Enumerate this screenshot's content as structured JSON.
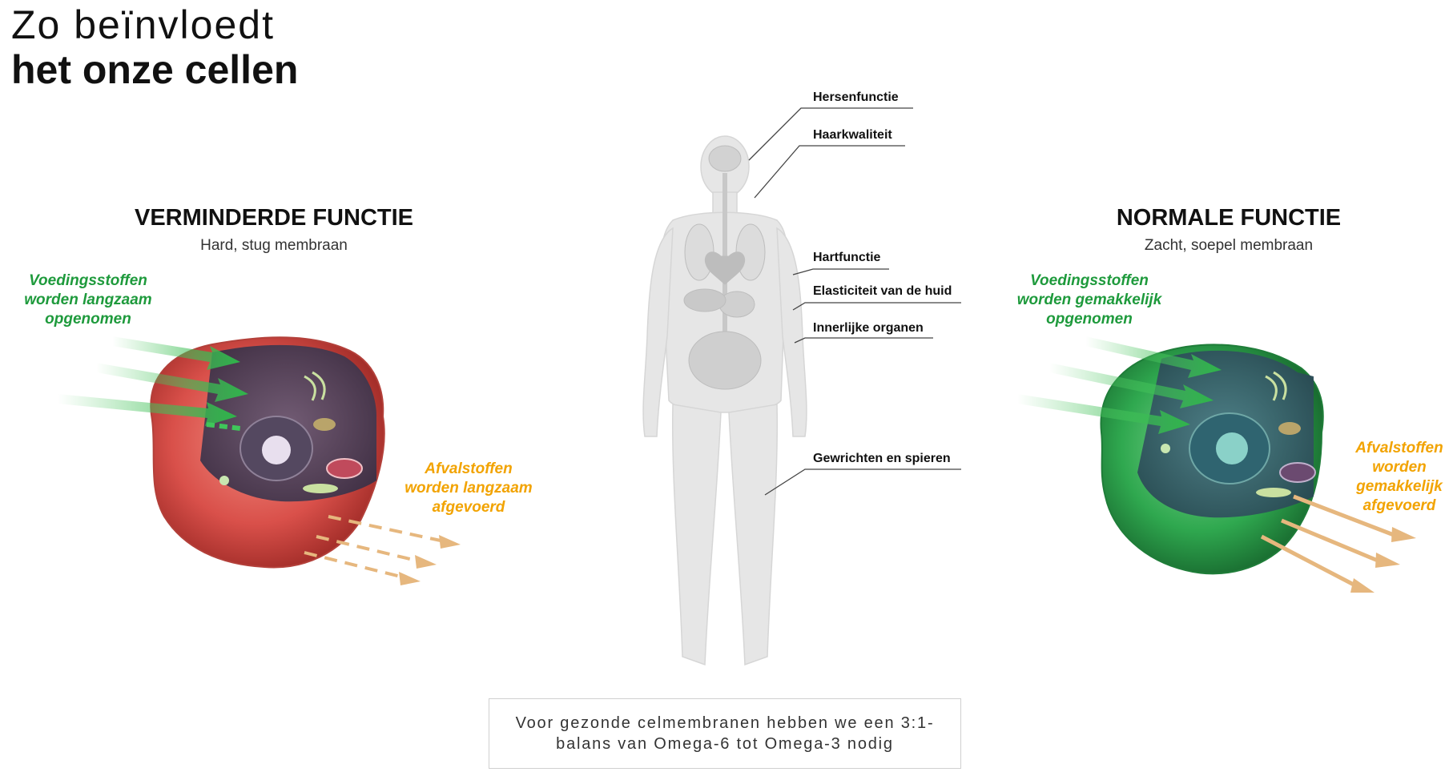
{
  "title": {
    "line1": "Zo beïnvloedt",
    "line2": "het onze cellen"
  },
  "left_panel": {
    "heading": "VERMINDERDE FUNCTIE",
    "subheading": "Hard, stug membraan",
    "nutrients_note": [
      "Voedingsstoffen",
      "worden langzaam",
      "opgenomen"
    ],
    "waste_note": [
      "Afvalstoffen",
      "worden langzaam",
      "afgevoerd"
    ],
    "membrane_color": "#d9504a"
  },
  "right_panel": {
    "heading": "NORMALE FUNCTIE",
    "subheading": "Zacht, soepel membraan",
    "nutrients_note": [
      "Voedingsstoffen",
      "worden gemakkelijk",
      "opgenomen"
    ],
    "waste_note": [
      "Afvalstoffen",
      "worden",
      "gemakkelijk",
      "afgevoerd"
    ],
    "membrane_color": "#2fa84f"
  },
  "body_labels": [
    "Hersenfunctie",
    "Haarkwaliteit",
    "Hartfunctie",
    "Elasticiteit van de huid",
    "Innerlijke organen",
    "Gewrichten en spieren"
  ],
  "info_box": {
    "text": "Voor gezonde celmembranen hebben we een 3:1-balans van Omega-6 tot Omega-3 nodig"
  },
  "colors": {
    "nutrient_green": "#1e9a3c",
    "waste_orange": "#f2a300",
    "body_silhouette": "#e6e6e6"
  }
}
